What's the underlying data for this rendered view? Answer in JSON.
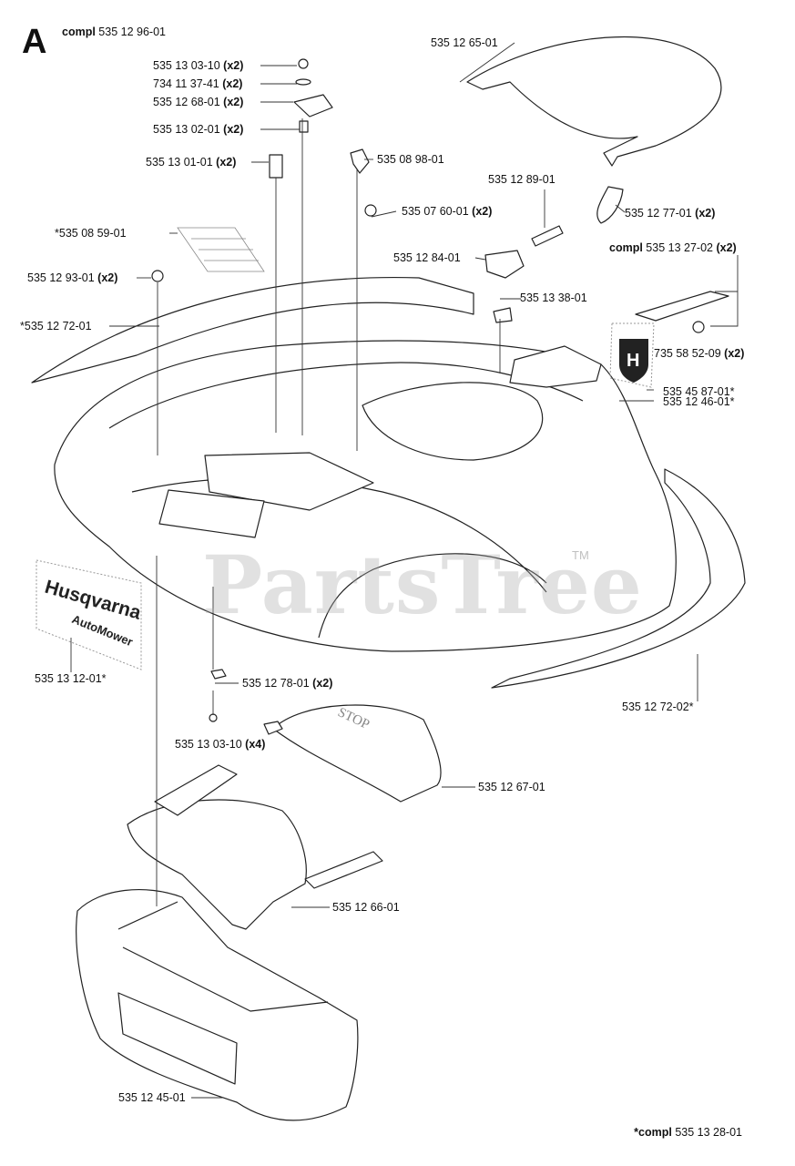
{
  "section": {
    "letter": "A",
    "compl_word": "compl",
    "part": "535 12 96-01"
  },
  "watermark": {
    "text": "PartsTree",
    "tm": "TM"
  },
  "decals": {
    "brand": "Husqvarna",
    "sub": "AutoMower",
    "stop": "STOP"
  },
  "callouts": [
    {
      "id": "c1",
      "part": "535 12 65-01",
      "qty": ""
    },
    {
      "id": "c2",
      "part": "535 13 03-10",
      "qty": "(x2)"
    },
    {
      "id": "c3",
      "part": "734 11 37-41",
      "qty": "(x2)"
    },
    {
      "id": "c4",
      "part": "535 12 68-01",
      "qty": "(x2)"
    },
    {
      "id": "c5",
      "part": "535 13 02-01",
      "qty": "(x2)"
    },
    {
      "id": "c6",
      "part": "535 13 01-01",
      "qty": "(x2)"
    },
    {
      "id": "c7",
      "part": "535 08 98-01",
      "qty": ""
    },
    {
      "id": "c8",
      "part": "535 12 89-01",
      "qty": ""
    },
    {
      "id": "c9",
      "part": "535 12 77-01",
      "qty": "(x2)"
    },
    {
      "id": "c10",
      "part": "*535 08 59-01",
      "qty": ""
    },
    {
      "id": "c11",
      "part": "535 07 60-01",
      "qty": "(x2)"
    },
    {
      "id": "c12",
      "part": "535 12 84-01",
      "qty": ""
    },
    {
      "id": "c13",
      "part": "535 13 27-02",
      "qty": "(x2)",
      "prefix": "compl"
    },
    {
      "id": "c14",
      "part": "535 12 93-01",
      "qty": "(x2)"
    },
    {
      "id": "c15",
      "part": "535 13 38-01",
      "qty": ""
    },
    {
      "id": "c16",
      "part": "*535 12 72-01",
      "qty": ""
    },
    {
      "id": "c17",
      "part": "735 58 52-09",
      "qty": "(x2)"
    },
    {
      "id": "c18",
      "part": "535 45 87-01*",
      "qty": ""
    },
    {
      "id": "c19",
      "part": "535 12 46-01*",
      "qty": ""
    },
    {
      "id": "c20",
      "part": "535 13 12-01*",
      "qty": ""
    },
    {
      "id": "c21",
      "part": "535 12 78-01",
      "qty": "(x2)"
    },
    {
      "id": "c22",
      "part": "535 12 72-02*",
      "qty": ""
    },
    {
      "id": "c23",
      "part": "535 13 03-10",
      "qty": "(x4)"
    },
    {
      "id": "c24",
      "part": "535 12 67-01",
      "qty": ""
    },
    {
      "id": "c25",
      "part": "535 12 66-01",
      "qty": ""
    },
    {
      "id": "c26",
      "part": "535 12 45-01",
      "qty": ""
    }
  ],
  "footer": {
    "compl_word": "*compl",
    "part": "535 13 28-01"
  }
}
